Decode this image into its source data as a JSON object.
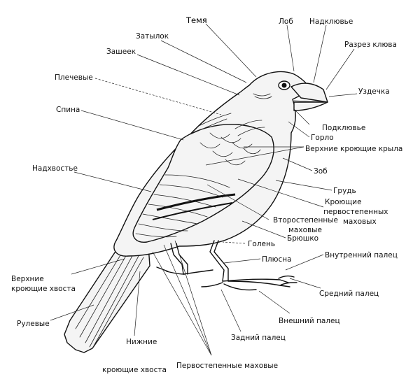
{
  "labels": {
    "temya": "Темя",
    "lob": "Лоб",
    "nadklyuve": "Надклювье",
    "zatylok": "Затылок",
    "razrez_klyuva": "Разрез клюва",
    "zasheek": "Зашеек",
    "uzdechka": "Уздечка",
    "plechevye": "Плечевые",
    "spina": "Спина",
    "podklyuve": "Подклювье",
    "gorlo": "Горло",
    "verkhnie_kroyushchie_kryla": "Верхние кроющие крыла",
    "nadkhvoste": "Надхвостье",
    "zob": "Зоб",
    "grud": "Грудь",
    "kroyushchie_1": "Кроющие",
    "kroyushchie_2": "первостепенных",
    "kroyushchie_3": "маховых",
    "vtorostepennye_1": "Второстепенные",
    "vtorostepennye_2": "маховые",
    "bryushko": "Брюшко",
    "golen": "Голень",
    "plyusna": "Плюсна",
    "vnutrenniy_palets": "Внутренний палец",
    "verkhnie_khvost_1": "Верхние",
    "verkhnie_khvost_2": "кроющие хвоста",
    "sredniy_palets": "Средний палец",
    "rulevye": "Рулевые",
    "vneshniy_palets": "Внешний палец",
    "zadniy_palets": "Задний палец",
    "nizhnie_khvost_1": "Нижние",
    "nizhnie_khvost_2": "кроющие хвоста",
    "pervostepennye": "Первостепенные маховые"
  }
}
